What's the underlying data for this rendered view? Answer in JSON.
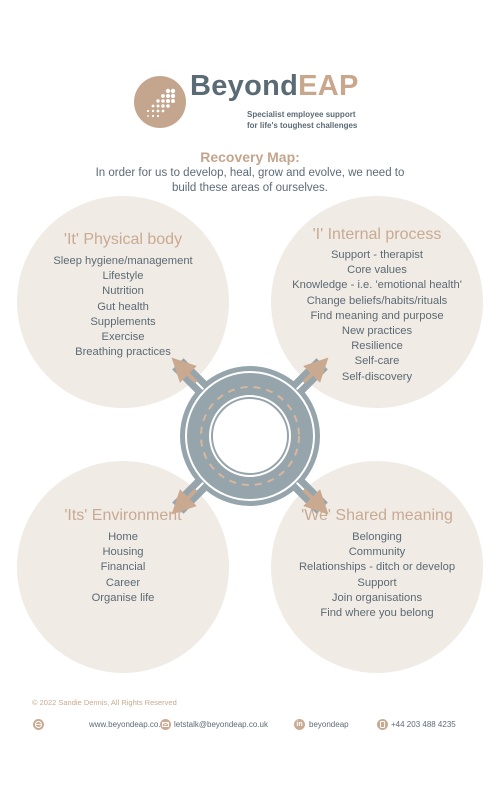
{
  "header": {
    "brand_part1": "Beyond",
    "brand_part2": "EAP",
    "tagline_line1": "Specialist employee support",
    "tagline_line2": "for life's toughest challenges",
    "logo_icon": "arrow-dots-logo-icon",
    "colors": {
      "brand_grey": "#5b6b75",
      "brand_tan": "#c8a78c"
    }
  },
  "intro": {
    "title": "Recovery Map:",
    "text": "In order for us to develop, heal, grow and evolve, we need to build these areas of ourselves."
  },
  "quadrants": {
    "top_left": {
      "title": "'It' Physical body",
      "items": [
        "Sleep hygiene/management",
        "Lifestyle",
        "Nutrition",
        "Gut health",
        "Supplements",
        "Exercise",
        "Breathing practices"
      ]
    },
    "top_right": {
      "title": "'I' Internal process",
      "items": [
        "Support - therapist",
        "Core values",
        "Knowledge - i.e. 'emotional health'",
        "Change beliefs/habits/rituals",
        "Find meaning and purpose",
        "New practices",
        "Resilience",
        "Self-care",
        "Self-discovery"
      ]
    },
    "bottom_left": {
      "title": "'Its' Environment",
      "items": [
        "Home",
        "Housing",
        "Financial",
        "Career",
        "Organise life"
      ]
    },
    "bottom_right": {
      "title": "'We' Shared meaning",
      "items": [
        "Belonging",
        "Community",
        "Relationships - ditch or develop",
        "Support",
        "Join organisations",
        "Find where you belong"
      ]
    }
  },
  "roundabout": {
    "icon": "roundabout-icon",
    "colors": {
      "road": "#96a4ab",
      "lane": "#d8b79d",
      "arrow": "#c9aa91"
    }
  },
  "footer": {
    "copyright": "© 2022 Sandie Dennis, All Rights Reserved",
    "website": "www.beyondeap.co.uk",
    "email": "letstalk@beyondeap.co.uk",
    "linkedin": "beyondeap",
    "phone": "+44 203 488 4235",
    "linkedin_glyph": "in"
  }
}
